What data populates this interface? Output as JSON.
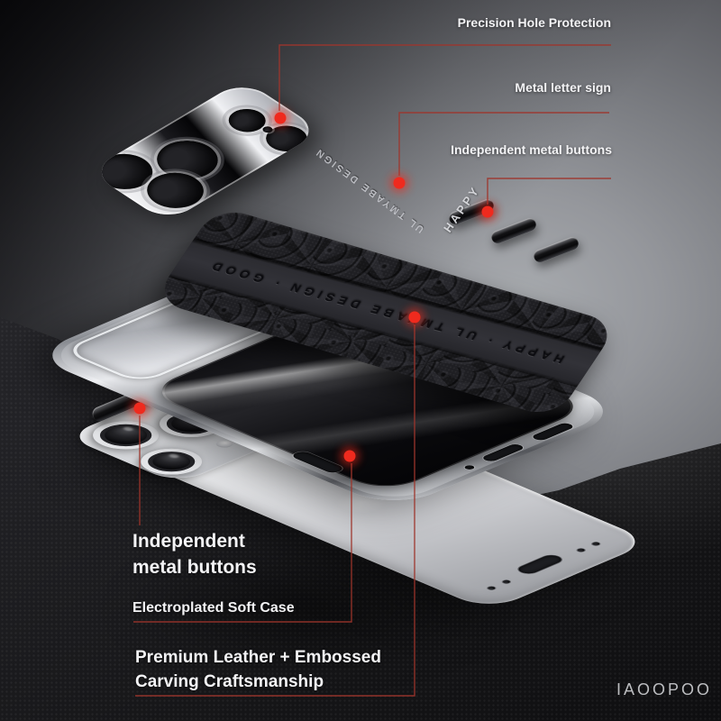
{
  "labels": {
    "precision": "Precision Hole Protection",
    "metal_letter": "Metal letter sign",
    "independent_top": "Independent metal buttons",
    "independent_left_line1": "Independent",
    "independent_left_line2": "metal buttons",
    "electroplated": "Electroplated Soft Case",
    "premium_line1": "Premium Leather + Embossed",
    "premium_line2": "Carving Craftsmanship",
    "watermark": "IAOOPOO"
  },
  "engravings": {
    "glass_text": "UL TMYABE DESIGN",
    "button_text": "HAPPY",
    "leather_band_text": "HAPPY · UL TMYABE DESIGN · GOOD"
  },
  "colors": {
    "callout_line": "#9e352c",
    "callout_dot": "#ef2a1e",
    "label_text": "#f3f3f5",
    "watermark_text": "#bcbdc0",
    "background_dark": "#1b1b1e",
    "background_light": "#a8abaf",
    "leather_black": "#1f1f23",
    "phone_silver": "#d9dadd",
    "chrome": "#eceef0"
  }
}
